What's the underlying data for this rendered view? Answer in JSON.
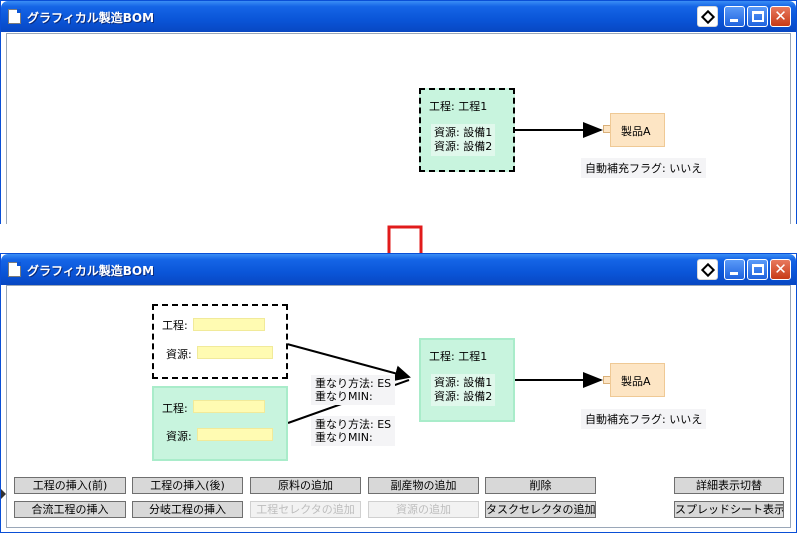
{
  "window_title": "グラフィカル製造BOM",
  "top": {
    "process": {
      "name_label": "工程: 工程1",
      "resources": [
        "資源: 設備1",
        "資源: 設備2"
      ]
    },
    "product": {
      "label": "製品A"
    },
    "flag": "自動補充フラグ: いいえ"
  },
  "bottom": {
    "new_process_1": {
      "process_label": "工程:",
      "resource_label": "資源:"
    },
    "new_process_2": {
      "process_label": "工程:",
      "resource_label": "資源:"
    },
    "overlap_1": {
      "method": "重なり方法: ES",
      "min": "重なりMIN:"
    },
    "overlap_2": {
      "method": "重なり方法: ES",
      "min": "重なりMIN:"
    },
    "process": {
      "name_label": "工程: 工程1",
      "resources": [
        "資源: 設備1",
        "資源: 設備2"
      ]
    },
    "product": {
      "label": "製品A"
    },
    "flag": "自動補充フラグ: いいえ"
  },
  "buttons": {
    "insert_before": "工程の挿入(前)",
    "insert_after": "工程の挿入(後)",
    "add_material": "原料の追加",
    "add_byproduct": "副産物の追加",
    "delete": "削除",
    "toggle_detail": "詳細表示切替",
    "insert_merge": "合流工程の挿入",
    "insert_branch": "分岐工程の挿入",
    "add_process_selector": "工程セレクタの追加",
    "add_resource": "資源の追加",
    "add_task_selector": "タスクセレクタの追加",
    "spreadsheet_view": "スプレッドシート表示"
  },
  "colors": {
    "titlebar": "#0a55d8",
    "process_fill": "#c8f4de",
    "product_fill": "#fde5c4",
    "field_fill": "#fffbb2",
    "arrow_red": "#e11b1b"
  }
}
